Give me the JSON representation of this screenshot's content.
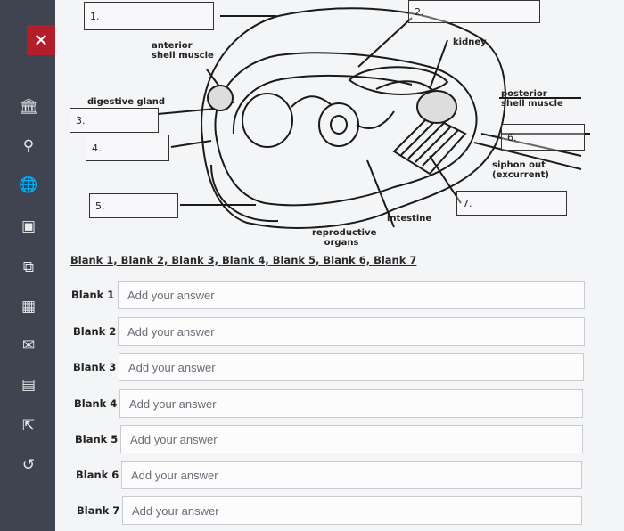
{
  "sidebar": {
    "close_glyph": "✕",
    "items": [
      {
        "name": "bank-icon",
        "glyph": "🏛"
      },
      {
        "name": "person-icon",
        "glyph": "⚲"
      },
      {
        "name": "globe-icon",
        "glyph": "🌐"
      },
      {
        "name": "calculator-icon",
        "glyph": "▣"
      },
      {
        "name": "grid-icon",
        "glyph": "⧉"
      },
      {
        "name": "calendar-icon",
        "glyph": "▦"
      },
      {
        "name": "mail-icon",
        "glyph": "✉"
      },
      {
        "name": "document-icon",
        "glyph": "▤"
      },
      {
        "name": "share-icon",
        "glyph": "⇱"
      },
      {
        "name": "undo-icon",
        "glyph": "↺"
      }
    ]
  },
  "figure": {
    "labels": {
      "anterior_shell_muscle": "anterior shell muscle",
      "digestive_gland": "digestive gland",
      "kidney": "kidney",
      "posterior_shell_muscle": "posterior shell muscle",
      "siphon_out": "siphon out (excurrent)",
      "intestine": "intestine",
      "reproductive_organs": "reproductive organs"
    },
    "boxes": {
      "b1": "1.",
      "b2": "2.",
      "b3": "3.",
      "b4": "4.",
      "b5": "5.",
      "b6": "6.",
      "b7": "7."
    }
  },
  "question": {
    "title": "Blank 1, Blank 2, Blank 3, Blank 4, Blank 5, Blank 6, Blank 7",
    "placeholder": "Add your answer",
    "blanks": [
      {
        "label": "Blank 1",
        "value": ""
      },
      {
        "label": "Blank 2",
        "value": ""
      },
      {
        "label": "Blank 3",
        "value": ""
      },
      {
        "label": "Blank 4",
        "value": ""
      },
      {
        "label": "Blank 5",
        "value": ""
      },
      {
        "label": "Blank 6",
        "value": ""
      },
      {
        "label": "Blank 7",
        "value": ""
      }
    ]
  }
}
